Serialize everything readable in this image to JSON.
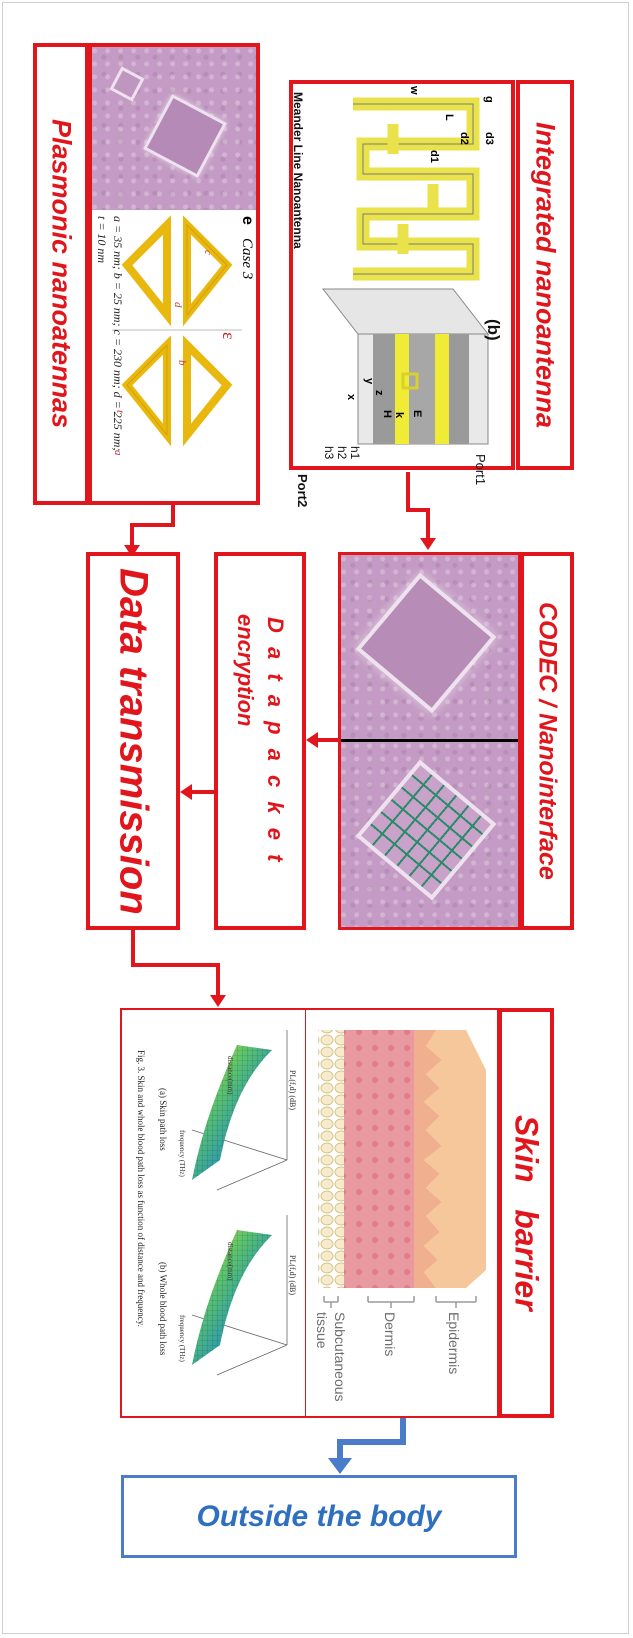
{
  "integrated": {
    "title": "Integrated nanoantenna",
    "panel_label": "(b)",
    "meander_caption": "Meander Line Nanoantenna",
    "dims": [
      "g",
      "d3",
      "d2",
      "d1",
      "L",
      "w"
    ],
    "layers": [
      "h1",
      "h2",
      "h3"
    ],
    "ports": [
      "Port1",
      "Port2"
    ],
    "fields": [
      "E",
      "k",
      "H"
    ],
    "axes": [
      "y",
      "z",
      "x"
    ]
  },
  "codec": {
    "title": "CODEC / Nanointerface"
  },
  "plasmonic": {
    "title": "Plasmonic nanoatennas",
    "panel_label": "e",
    "case_label": "Case 3",
    "params": "a = 35 nm; b = 25 nm; c = 230 nm; d = 225 nm;",
    "params2": "t = 10 nm",
    "letters": [
      "a",
      "b",
      "c",
      "d",
      "t"
    ],
    "epsilon": "ε"
  },
  "encryption": {
    "spaced": "D a t a   p a c k e t",
    "line2": "encryption"
  },
  "transmission": {
    "title": "Data transmission"
  },
  "skin": {
    "title": "Skin   barrier",
    "layers": [
      "Epidermis",
      "Dermis",
      "Subcutaneous",
      "tissue"
    ],
    "plot_a": "(a) Skin path loss",
    "plot_b": "(b) Whole blood path loss",
    "fig_caption": "Fig. 3. Skin and whole blood path loss as function of distance and frequency.",
    "zlabel": "PL(f,d) (dB)",
    "xlabel": "frequency (THz)",
    "ylabel": "distance(mm)"
  },
  "outside": {
    "title": "Outside the body"
  },
  "colors": {
    "red": "#e0161c",
    "blue": "#2f6fc0",
    "gold": "#e9b80f"
  }
}
